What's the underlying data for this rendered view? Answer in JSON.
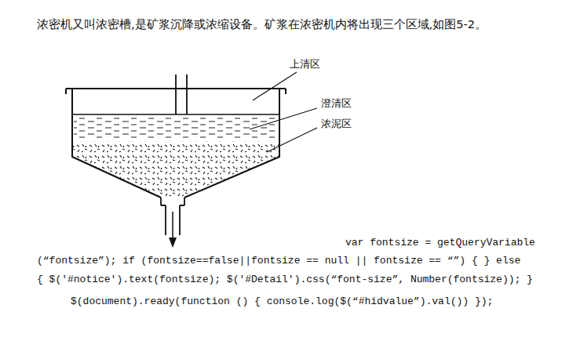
{
  "diagram": {
    "labels": [
      "浓密机又叫浓密槽,是矿浆沉降或浓缩设备。矿浆在浓密机内将出现三个区域,如图5-2。",
      "上清区",
      "澄清区",
      "浓泥区",
      "var fontsize = getQueryVariable",
      "(“fontsize”); if (fontsize==false||fontsize == null || fontsize == “”) { } else",
      "{ $('#notice').text(fontsize); $('#Detail').css(“font-size”, Number(fontsize)); }",
      "$(document).ready(function () { console.log($(“#hidvalue”).val()) });"
    ]
  }
}
